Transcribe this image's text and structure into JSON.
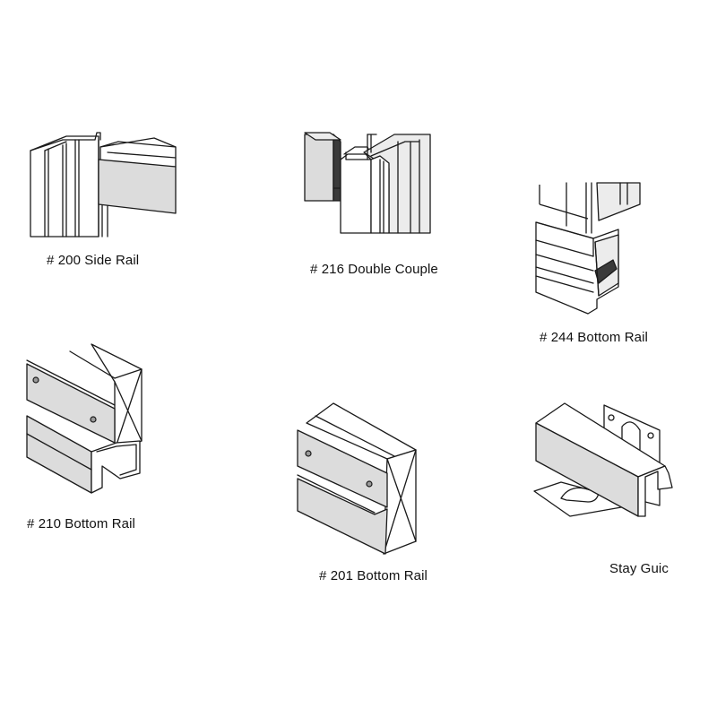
{
  "parts": [
    {
      "id": "200",
      "label": "# 200 Side Rail",
      "position": "top-left"
    },
    {
      "id": "216",
      "label": "# 216 Double Couple",
      "position": "top-center"
    },
    {
      "id": "244",
      "label": "# 244 Bottom Rail",
      "position": "top-right"
    },
    {
      "id": "210",
      "label": "# 210 Bottom Rail",
      "position": "bottom-left"
    },
    {
      "id": "201",
      "label": "# 201 Bottom Rail",
      "position": "bottom-center"
    },
    {
      "id": "stay",
      "label": "Stay Guic",
      "position": "bottom-right"
    }
  ],
  "colors": {
    "background": "#ffffff",
    "line": "#1a1a1a",
    "shade_light": "#dcdcdc",
    "shade_dark": "#3a3a3a"
  }
}
